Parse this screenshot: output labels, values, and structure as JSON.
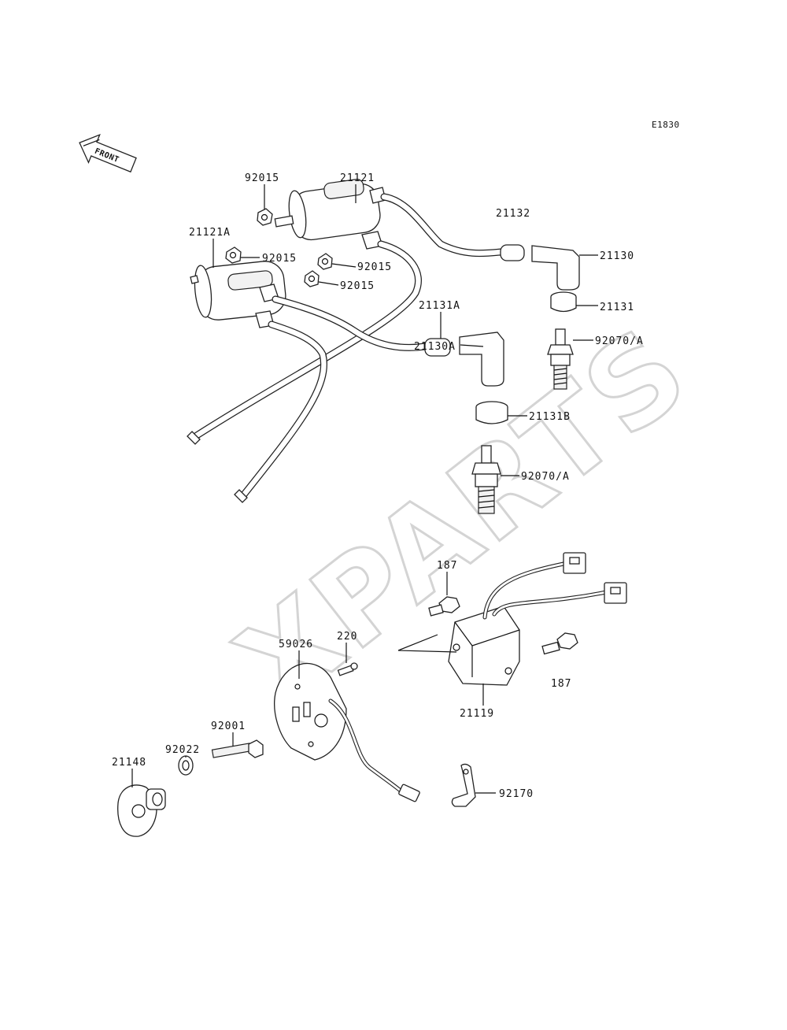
{
  "diagram_code": "E1830",
  "front_label": "FRONT",
  "watermark": "XPARTS",
  "colors": {
    "line": "#111111",
    "background": "#ffffff",
    "watermark": "#d4d4d4"
  },
  "labels": {
    "p21121": "21121",
    "p92015_top": "92015",
    "p21121A": "21121A",
    "p92015_a": "92015",
    "p92015_b": "92015",
    "p92015_c": "92015",
    "p21132": "21132",
    "p21130": "21130",
    "p21131": "21131",
    "p21131A": "21131A",
    "p21130A": "21130A",
    "p92070A_1": "92070/A",
    "p21131B": "21131B",
    "p92070A_2": "92070/A",
    "p187_top": "187",
    "p187_right": "187",
    "p21119": "21119",
    "p220": "220",
    "p59026": "59026",
    "p92001": "92001",
    "p92022": "92022",
    "p21148": "21148",
    "p92170": "92170"
  }
}
